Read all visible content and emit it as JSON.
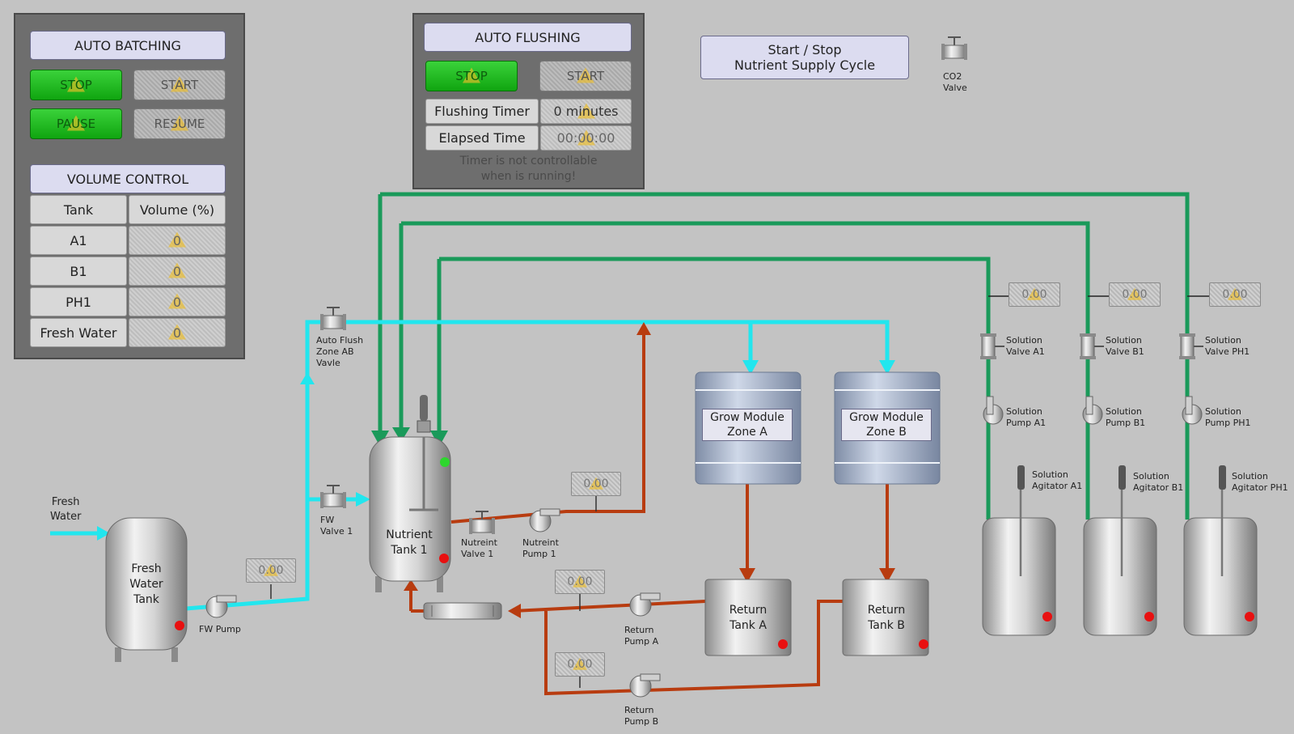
{
  "auto_batching": {
    "title": "AUTO BATCHING",
    "stop": "STOP",
    "start": "START",
    "pause": "PAUSE",
    "resume": "RESUME"
  },
  "volume_control": {
    "title": "VOLUME CONTROL",
    "col_tank": "Tank",
    "col_volume": "Volume (%)",
    "rows": [
      {
        "tank": "A1",
        "volume": "0"
      },
      {
        "tank": "B1",
        "volume": "0"
      },
      {
        "tank": "PH1",
        "volume": "0"
      },
      {
        "tank": "Fresh Water",
        "volume": "0"
      }
    ]
  },
  "auto_flushing": {
    "title": "AUTO FLUSHING",
    "stop": "STOP",
    "start": "START",
    "timer_label": "Flushing Timer",
    "timer_value": "0 minutes",
    "elapsed_label": "Elapsed Time",
    "elapsed_value": "00:00:00",
    "note_line1": "Timer is not controllable",
    "note_line2": "when is running!"
  },
  "nutrient_cycle": {
    "line1": "Start / Stop",
    "line2": "Nutrient Supply Cycle"
  },
  "co2_valve": {
    "line1": "CO2",
    "line2": "Valve"
  },
  "displays": {
    "fw_pump": "0.00",
    "nutrient_pump": "0.00",
    "return_a": "0.00",
    "return_b": "0.00",
    "sol_a1": "0.00",
    "sol_b1": "0.00",
    "sol_ph1": "0.00"
  },
  "labels": {
    "fresh_water_in": {
      "line1": "Fresh",
      "line2": "Water"
    },
    "fresh_water_tank": {
      "line1": "Fresh",
      "line2": "Water",
      "line3": "Tank"
    },
    "fw_pump": "FW Pump",
    "fw_valve": {
      "line1": "FW",
      "line2": "Valve 1"
    },
    "auto_flush_valve": {
      "line1": "Auto Flush",
      "line2": "Zone AB",
      "line3": "Vavle"
    },
    "nutrient_tank": {
      "line1": "Nutrient",
      "line2": "Tank 1"
    },
    "nutrient_valve": {
      "line1": "Nutreint",
      "line2": "Valve 1"
    },
    "nutrient_pump": {
      "line1": "Nutreint",
      "line2": "Pump 1"
    },
    "grow_a": {
      "line1": "Grow Module",
      "line2": "Zone A"
    },
    "grow_b": {
      "line1": "Grow Module",
      "line2": "Zone B"
    },
    "return_tank_a": {
      "line1": "Return",
      "line2": "Tank A"
    },
    "return_tank_b": {
      "line1": "Return",
      "line2": "Tank B"
    },
    "return_pump_a": {
      "line1": "Return",
      "line2": "Pump A"
    },
    "return_pump_b": {
      "line1": "Return",
      "line2": "Pump B"
    },
    "sol_valve_a1": {
      "line1": "Solution",
      "line2": "Valve A1"
    },
    "sol_valve_b1": {
      "line1": "Solution",
      "line2": "Valve B1"
    },
    "sol_valve_ph1": {
      "line1": "Solution",
      "line2": "Valve PH1"
    },
    "sol_pump_a1": {
      "line1": "Solution",
      "line2": "Pump A1"
    },
    "sol_pump_b1": {
      "line1": "Solution",
      "line2": "Pump B1"
    },
    "sol_pump_ph1": {
      "line1": "Solution",
      "line2": "Pump PH1"
    },
    "sol_agitator_a1": {
      "line1": "Solution",
      "line2": "Agitator A1"
    },
    "sol_agitator_b1": {
      "line1": "Solution",
      "line2": "Agitator B1"
    },
    "sol_agitator_ph1": {
      "line1": "Solution",
      "line2": "Agitator PH1"
    }
  },
  "colors": {
    "fresh_water_line": "#22e6ee",
    "nutrient_line": "#b83c10",
    "solution_line": "#1a9a5a",
    "alarm_red": "#e81010",
    "status_green": "#2ed62e"
  }
}
